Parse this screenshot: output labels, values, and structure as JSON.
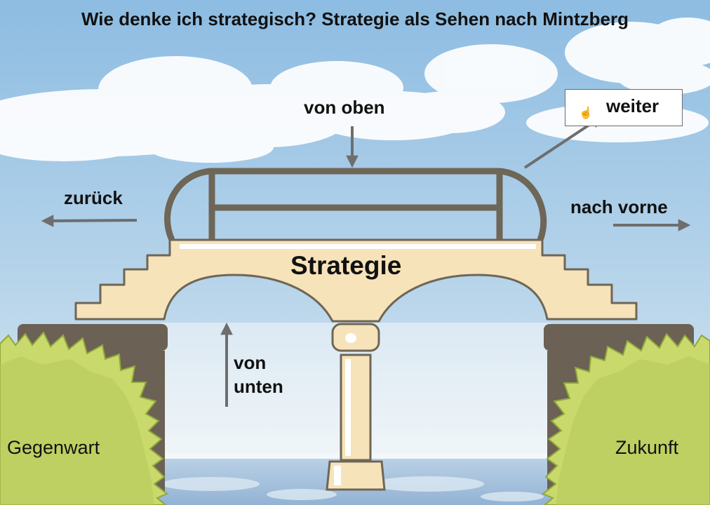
{
  "title": "Wie denke ich strategisch? Strategie als Sehen nach Mintzberg",
  "labels": {
    "top": "von oben",
    "back": "zurück",
    "forward": "nach vorne",
    "center": "Strategie",
    "bottom_line1": "von",
    "bottom_line2": "unten",
    "left_bank": "Gegenwart",
    "right_bank": "Zukunft"
  },
  "next_button": {
    "label": "weiter",
    "cursor_icon": "hand-pointer-icon"
  },
  "colors": {
    "sky": "#9cc3e4",
    "bridge_fill": "#f6e3b9",
    "bridge_outline": "#6e6657",
    "bank": "#6b6154",
    "grass": "#c9d96c",
    "water": "#a9c3dd",
    "arrow": "#6e6e6e"
  }
}
